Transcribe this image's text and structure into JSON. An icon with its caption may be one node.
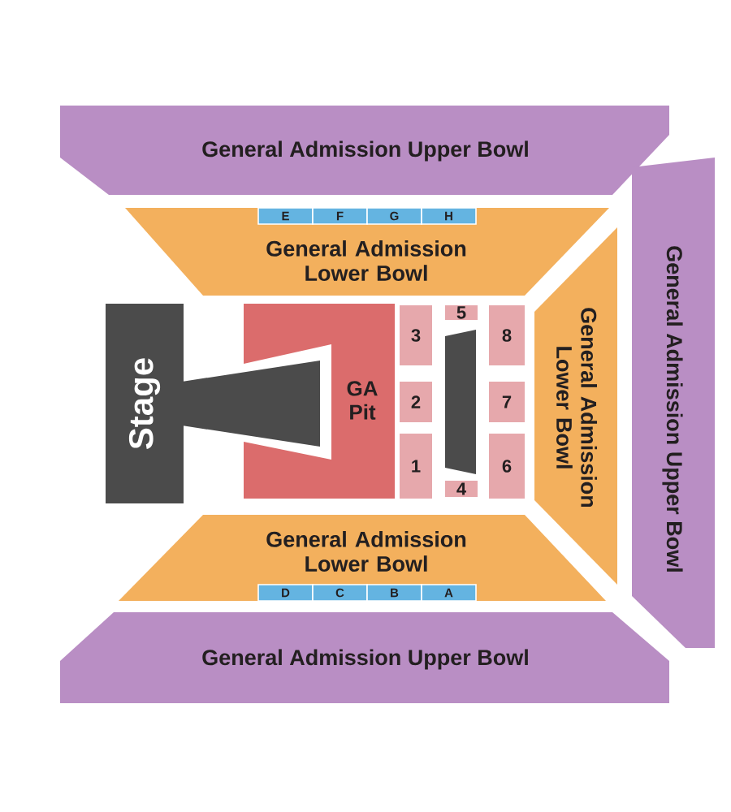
{
  "diagram": {
    "nodes": [
      {
        "text": [
          "General Admission Upper Bowl"
        ]
      },
      {
        "text": [
          "General Admission Lower Bowl"
        ]
      },
      {
        "text": [
          "E"
        ],
        "in": 1
      },
      {
        "text": [
          "F"
        ],
        "in": 1
      },
      {
        "text": [
          "G"
        ],
        "in": 1
      },
      {
        "text": [
          "H"
        ],
        "in": 1
      },
      {
        "text": [
          "General Admission Upper Bowl"
        ]
      },
      {
        "text": [
          "General Admission Lower Bowl"
        ]
      },
      {
        "text": [
          "Stage"
        ]
      },
      {
        "text": [
          "GA Pit"
        ]
      },
      {
        "text": [
          "3"
        ]
      },
      {
        "text": [
          "5"
        ]
      },
      {
        "text": [
          "8"
        ]
      },
      {
        "text": [
          "2"
        ]
      },
      {
        "text": [],
        "shape": "box"
      },
      {
        "text": [
          "7"
        ]
      },
      {
        "text": [
          "1"
        ]
      },
      {
        "text": [
          "4"
        ]
      },
      {
        "text": [
          "6"
        ]
      },
      {
        "text": [
          "General Admission Lower Bowl"
        ]
      },
      {
        "text": [
          "D"
        ],
        "in": 19
      },
      {
        "text": [
          "C"
        ],
        "in": 19
      },
      {
        "text": [
          "B"
        ],
        "in": 19
      },
      {
        "text": [
          "A"
        ],
        "in": 19
      },
      {
        "text": [
          "General Admission Upper Bowl"
        ]
      }
    ]
  }
}
